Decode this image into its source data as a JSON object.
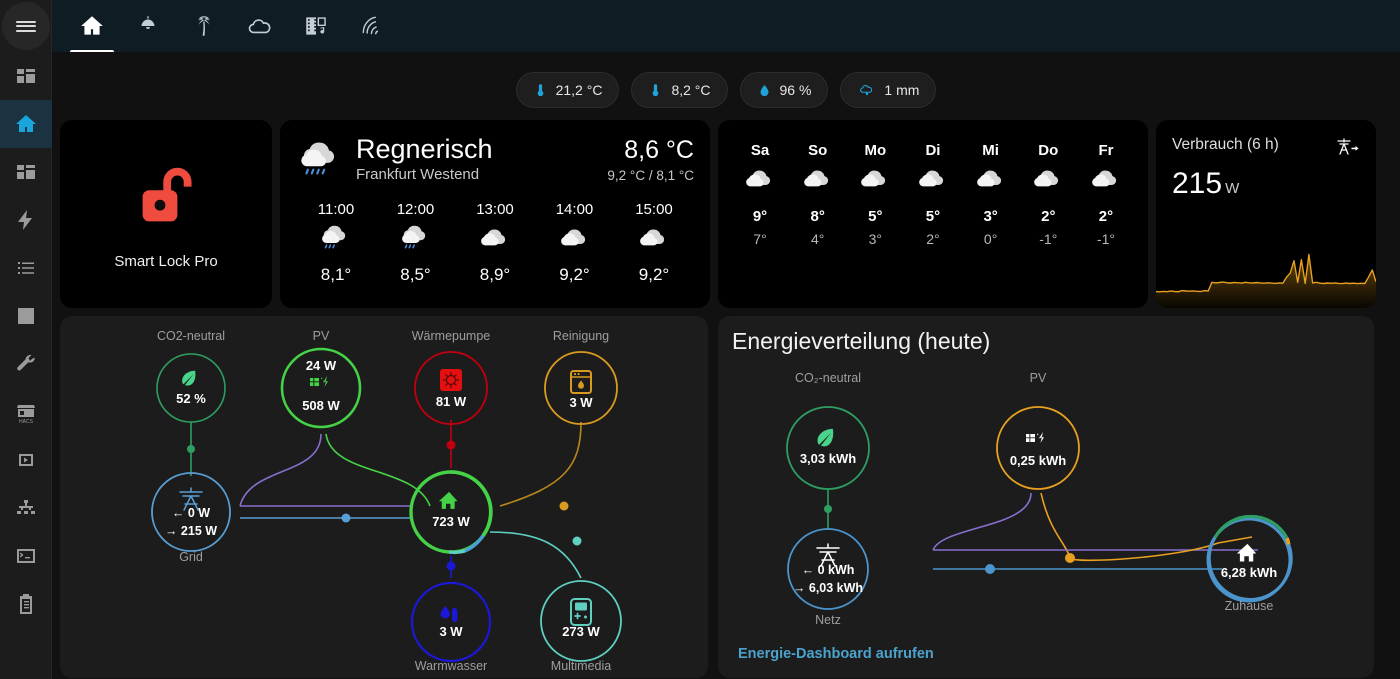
{
  "sidebar": {
    "menu_button": "menu-button",
    "items": [
      {
        "name": "overview",
        "icon": "dashboard-grid-icon",
        "active": false
      },
      {
        "name": "home",
        "icon": "home-icon",
        "active": true
      },
      {
        "name": "rooms",
        "icon": "dashboard-grid-icon",
        "active": false
      },
      {
        "name": "energy",
        "icon": "lightning-bolt-icon",
        "active": false
      },
      {
        "name": "todo",
        "icon": "list-icon",
        "active": false
      },
      {
        "name": "history",
        "icon": "bar-chart-icon",
        "active": false
      },
      {
        "name": "developer-tools",
        "icon": "wrench-icon",
        "active": false
      },
      {
        "name": "hacs",
        "icon": "hacs-store-icon",
        "active": false
      },
      {
        "name": "media",
        "icon": "media-player-icon",
        "active": false
      },
      {
        "name": "network",
        "icon": "network-topology-icon",
        "active": false
      },
      {
        "name": "terminal",
        "icon": "terminal-icon",
        "active": false
      },
      {
        "name": "logbook",
        "icon": "clipboard-list-icon",
        "active": false
      }
    ]
  },
  "tabs": [
    {
      "name": "home",
      "icon": "home-icon",
      "active": true
    },
    {
      "name": "lights",
      "icon": "ceiling-light-icon",
      "active": false
    },
    {
      "name": "garden",
      "icon": "palm-tree-icon",
      "active": false
    },
    {
      "name": "weather",
      "icon": "cloud-icon",
      "active": false
    },
    {
      "name": "media",
      "icon": "multimedia-icon",
      "active": false
    },
    {
      "name": "network",
      "icon": "broadcast-icon",
      "active": false
    }
  ],
  "chips": [
    {
      "icon": "thermometer-icon",
      "label": "21,2 °C"
    },
    {
      "icon": "thermometer-icon",
      "label": "8,2 °C"
    },
    {
      "icon": "water-drop-icon",
      "label": "96 %"
    },
    {
      "icon": "rain-cloud-icon",
      "label": "1 mm"
    }
  ],
  "lock_card": {
    "icon": "lock-open-icon",
    "label": "Smart Lock Pro",
    "color": "#ef4b3e"
  },
  "weather": {
    "condition": "Regnerisch",
    "location": "Frankfurt Westend",
    "temperature": "8,6 °C",
    "high_low": "9,2 °C / 8,1 °C",
    "icon": "rainy-cloud-icon",
    "hourly": [
      {
        "time": "11:00",
        "icon": "rainy-cloud-icon",
        "temp": "8,1°"
      },
      {
        "time": "12:00",
        "icon": "rainy-cloud-icon",
        "temp": "8,5°"
      },
      {
        "time": "13:00",
        "icon": "cloudy-icon",
        "temp": "8,9°"
      },
      {
        "time": "14:00",
        "icon": "cloudy-icon",
        "temp": "9,2°"
      },
      {
        "time": "15:00",
        "icon": "cloudy-icon",
        "temp": "9,2°"
      }
    ]
  },
  "forecast": {
    "days": [
      {
        "name": "Sa",
        "icon": "cloudy-icon",
        "high": "9°",
        "low": "7°"
      },
      {
        "name": "So",
        "icon": "cloudy-icon",
        "high": "8°",
        "low": "4°"
      },
      {
        "name": "Mo",
        "icon": "cloudy-icon",
        "high": "5°",
        "low": "3°"
      },
      {
        "name": "Di",
        "icon": "cloudy-icon",
        "high": "5°",
        "low": "2°"
      },
      {
        "name": "Mi",
        "icon": "cloudy-icon",
        "high": "3°",
        "low": "0°"
      },
      {
        "name": "Do",
        "icon": "cloudy-icon",
        "high": "2°",
        "low": "-1°"
      },
      {
        "name": "Fr",
        "icon": "cloudy-icon",
        "high": "2°",
        "low": "-1°"
      }
    ]
  },
  "consumption": {
    "title": "Verbrauch (6 h)",
    "value": "215",
    "unit": "W",
    "icon": "transmission-tower-export-icon",
    "line_color": "#e8a020"
  },
  "power_flow": {
    "nodes": {
      "co2": {
        "label": "CO2-neutral",
        "value": "52 %",
        "icon": "leaf-icon",
        "color": "#2e9e63"
      },
      "pv": {
        "label": "PV",
        "value_top": "24 W",
        "value_bottom": "508 W",
        "icon": "solar-power-icon",
        "color": "#46d246"
      },
      "heatpump": {
        "label": "Wärmepumpe",
        "value": "81 W",
        "icon": "heating-coil-icon",
        "color": "#c0000f"
      },
      "cleaning": {
        "label": "Reinigung",
        "value": "3 W",
        "icon": "washing-machine-icon",
        "color": "#d99a20"
      },
      "grid": {
        "label": "Grid",
        "value_in": "← 0 W",
        "value_out": "→ 215 W",
        "icon": "transmission-tower-icon",
        "color": "#5a9fd4"
      },
      "home": {
        "value": "723 W",
        "icon": "home-icon",
        "color": "#46d246"
      },
      "hotwater": {
        "label": "Warmwasser",
        "value": "3 W",
        "icon": "water-thermometer-icon",
        "color": "#1b18d8"
      },
      "multimedia": {
        "label": "Multimedia",
        "value": "273 W",
        "icon": "handheld-console-icon",
        "color": "#5ecfc0"
      }
    }
  },
  "energy_distribution": {
    "title": "Energieverteilung (heute)",
    "link": "Energie-Dashboard aufrufen",
    "nodes": {
      "co2": {
        "label": "CO₂-neutral",
        "value": "3,03 kWh",
        "icon": "leaf-icon",
        "color": "#2e9e63"
      },
      "pv": {
        "label": "PV",
        "value": "0,25 kWh",
        "icon": "solar-power-icon",
        "color": "#e8a020"
      },
      "grid": {
        "label": "Netz",
        "value_in": "← 0 kWh",
        "value_out": "→ 6,03 kWh",
        "icon": "transmission-tower-icon",
        "color": "#4b94cc"
      },
      "home": {
        "label": "Zuhause",
        "value": "6,28 kWh",
        "icon": "home-icon",
        "color": "#2e9e63"
      }
    }
  },
  "chart_data": {
    "type": "area",
    "title": "Verbrauch (6 h)",
    "ylabel": "W",
    "x": [
      0,
      1,
      2,
      3,
      4,
      5,
      6,
      7,
      8,
      9,
      10,
      11,
      12,
      13,
      14,
      15,
      16,
      17,
      18,
      19,
      20,
      21,
      22,
      23,
      24,
      25,
      26,
      27,
      28,
      29,
      30,
      31,
      32,
      33,
      34,
      35,
      36,
      37,
      38,
      39,
      40,
      41,
      42,
      43,
      44,
      45,
      46,
      47,
      48,
      49,
      50,
      51,
      52,
      53,
      54,
      55,
      56,
      57,
      58,
      59
    ],
    "values": [
      120,
      118,
      122,
      119,
      125,
      121,
      118,
      130,
      126,
      124,
      127,
      123,
      121,
      129,
      126,
      210,
      205,
      208,
      212,
      207,
      204,
      209,
      206,
      203,
      210,
      206,
      204,
      208,
      205,
      202,
      206,
      203,
      200,
      205,
      202,
      260,
      300,
      420,
      210,
      430,
      200,
      480,
      205,
      210,
      202,
      199,
      204,
      201,
      205,
      200,
      198,
      203,
      199,
      202,
      198,
      201,
      199,
      260,
      330,
      215
    ],
    "grid": false,
    "legend": false
  }
}
